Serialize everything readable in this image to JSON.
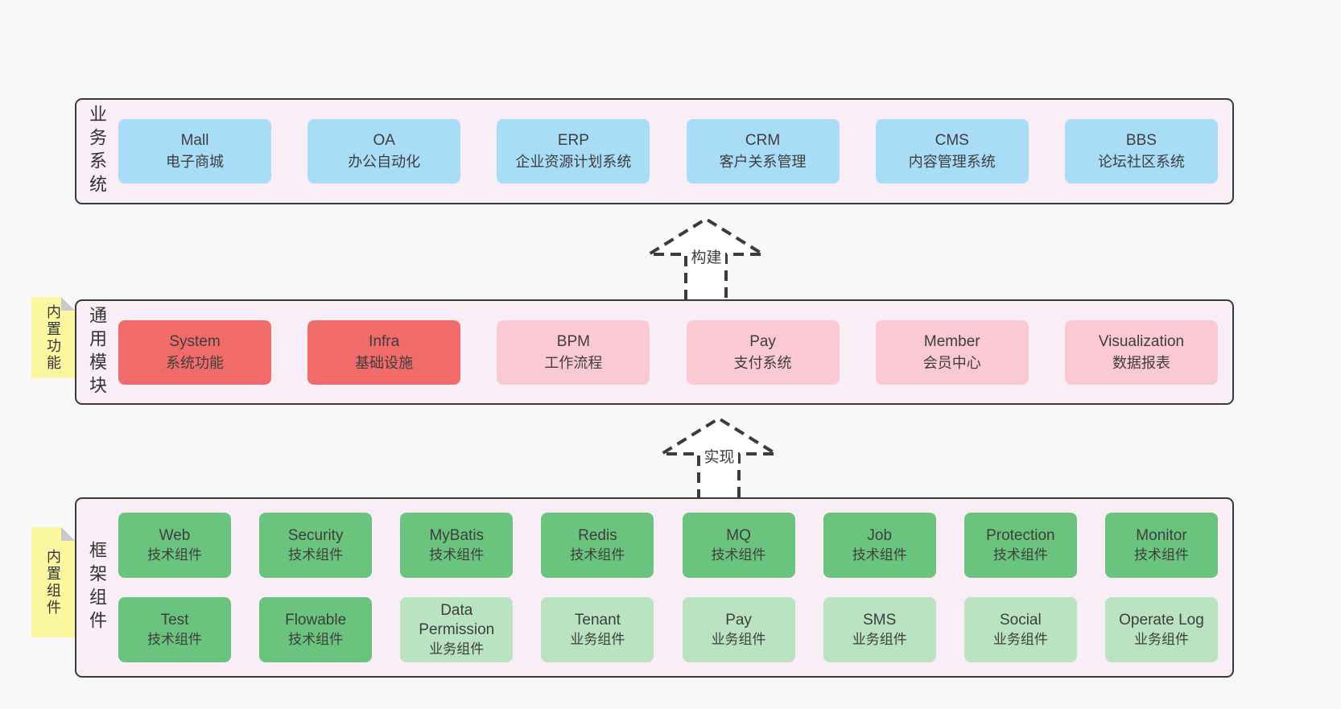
{
  "colors": {
    "page_bg": "#f8f8f8",
    "layer_bg": "#f9edf6",
    "layer_border": "#3a3a3a",
    "blue_box": "#a9dcf6",
    "red_box": "#f16b6b",
    "pink_box": "#fbc9d3",
    "green_box": "#6bc47e",
    "light_green_box": "#b9e3c1",
    "sticky_note": "#fbf8a1",
    "text": "#3e3e3e"
  },
  "arrows": [
    {
      "label": "构建"
    },
    {
      "label": "实现"
    }
  ],
  "layers": [
    {
      "label": "业务系统",
      "rows": [
        [
          {
            "name": "Mall",
            "desc": "电子商城",
            "color": "blue"
          },
          {
            "name": "OA",
            "desc": "办公自动化",
            "color": "blue"
          },
          {
            "name": "ERP",
            "desc": "企业资源计划系统",
            "color": "blue"
          },
          {
            "name": "CRM",
            "desc": "客户关系管理",
            "color": "blue"
          },
          {
            "name": "CMS",
            "desc": "内容管理系统",
            "color": "blue"
          },
          {
            "name": "BBS",
            "desc": "论坛社区系统",
            "color": "blue"
          }
        ]
      ]
    },
    {
      "label": "通用模块",
      "note": "内置功能",
      "rows": [
        [
          {
            "name": "System",
            "desc": "系统功能",
            "color": "red"
          },
          {
            "name": "Infra",
            "desc": "基础设施",
            "color": "red"
          },
          {
            "name": "BPM",
            "desc": "工作流程",
            "color": "pink"
          },
          {
            "name": "Pay",
            "desc": "支付系统",
            "color": "pink"
          },
          {
            "name": "Member",
            "desc": "会员中心",
            "color": "pink"
          },
          {
            "name": "Visualization",
            "desc": "数据报表",
            "color": "pink"
          }
        ]
      ]
    },
    {
      "label": "框架组件",
      "note": "内置组件",
      "rows": [
        [
          {
            "name": "Web",
            "desc": "技术组件",
            "color": "green"
          },
          {
            "name": "Security",
            "desc": "技术组件",
            "color": "green"
          },
          {
            "name": "MyBatis",
            "desc": "技术组件",
            "color": "green"
          },
          {
            "name": "Redis",
            "desc": "技术组件",
            "color": "green"
          },
          {
            "name": "MQ",
            "desc": "技术组件",
            "color": "green"
          },
          {
            "name": "Job",
            "desc": "技术组件",
            "color": "green"
          },
          {
            "name": "Protection",
            "desc": "技术组件",
            "color": "green"
          },
          {
            "name": "Monitor",
            "desc": "技术组件",
            "color": "green"
          }
        ],
        [
          {
            "name": "Test",
            "desc": "技术组件",
            "color": "green"
          },
          {
            "name": "Flowable",
            "desc": "技术组件",
            "color": "green"
          },
          {
            "name": "Data Permission",
            "desc": "业务组件",
            "color": "light_green"
          },
          {
            "name": "Tenant",
            "desc": "业务组件",
            "color": "light_green"
          },
          {
            "name": "Pay",
            "desc": "业务组件",
            "color": "light_green"
          },
          {
            "name": "SMS",
            "desc": "业务组件",
            "color": "light_green"
          },
          {
            "name": "Social",
            "desc": "业务组件",
            "color": "light_green"
          },
          {
            "name": "Operate Log",
            "desc": "业务组件",
            "color": "light_green"
          }
        ]
      ]
    }
  ]
}
